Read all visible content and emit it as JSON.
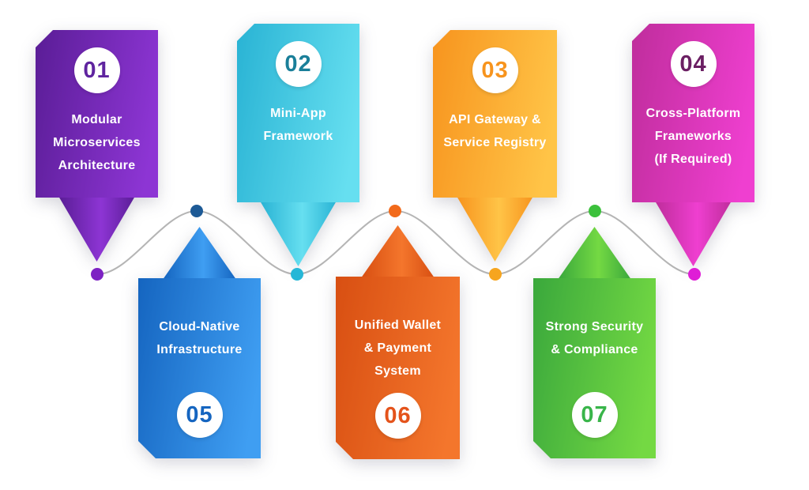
{
  "connector": {
    "line_color": "#b5b5b5"
  },
  "items": [
    {
      "number": "01",
      "title_lines": [
        "Modular",
        "Microservices",
        "Architecture"
      ],
      "gradient": [
        "#5a1d96",
        "#8d35d4"
      ],
      "number_color": "#5f249f",
      "row": "top"
    },
    {
      "number": "02",
      "title_lines": [
        "Mini-App",
        "Framework"
      ],
      "gradient": [
        "#29b3d4",
        "#66dff0"
      ],
      "number_color": "#1a7f99",
      "row": "top"
    },
    {
      "number": "03",
      "title_lines": [
        "API Gateway &",
        "Service Registry"
      ],
      "gradient": [
        "#f7941e",
        "#ffc447"
      ],
      "number_color": "#f7941e",
      "row": "top"
    },
    {
      "number": "04",
      "title_lines": [
        "Cross-Platform",
        "Frameworks",
        "(If Required)"
      ],
      "gradient": [
        "#bf2d9c",
        "#ef3fd0"
      ],
      "number_color": "#6b1f63",
      "row": "top"
    },
    {
      "number": "05",
      "title_lines": [
        "Cloud-Native",
        "Infrastructure"
      ],
      "gradient": [
        "#1565c0",
        "#3f9ef2"
      ],
      "number_color": "#1565c0",
      "row": "bottom"
    },
    {
      "number": "06",
      "title_lines": [
        "Unified Wallet",
        "& Payment",
        "System"
      ],
      "gradient": [
        "#d84f12",
        "#f4762c"
      ],
      "number_color": "#e4531b",
      "row": "bottom"
    },
    {
      "number": "07",
      "title_lines": [
        "Strong Security",
        "& Compliance"
      ],
      "gradient": [
        "#3aa83c",
        "#74d943"
      ],
      "number_color": "#39b54a",
      "row": "bottom"
    }
  ],
  "dots": [
    {
      "color": "#7d22c3"
    },
    {
      "color": "#1d5a96"
    },
    {
      "color": "#26b7d7"
    },
    {
      "color": "#f26a1b"
    },
    {
      "color": "#f6a51f"
    },
    {
      "color": "#3cc13c"
    },
    {
      "color": "#df1ed6"
    }
  ]
}
